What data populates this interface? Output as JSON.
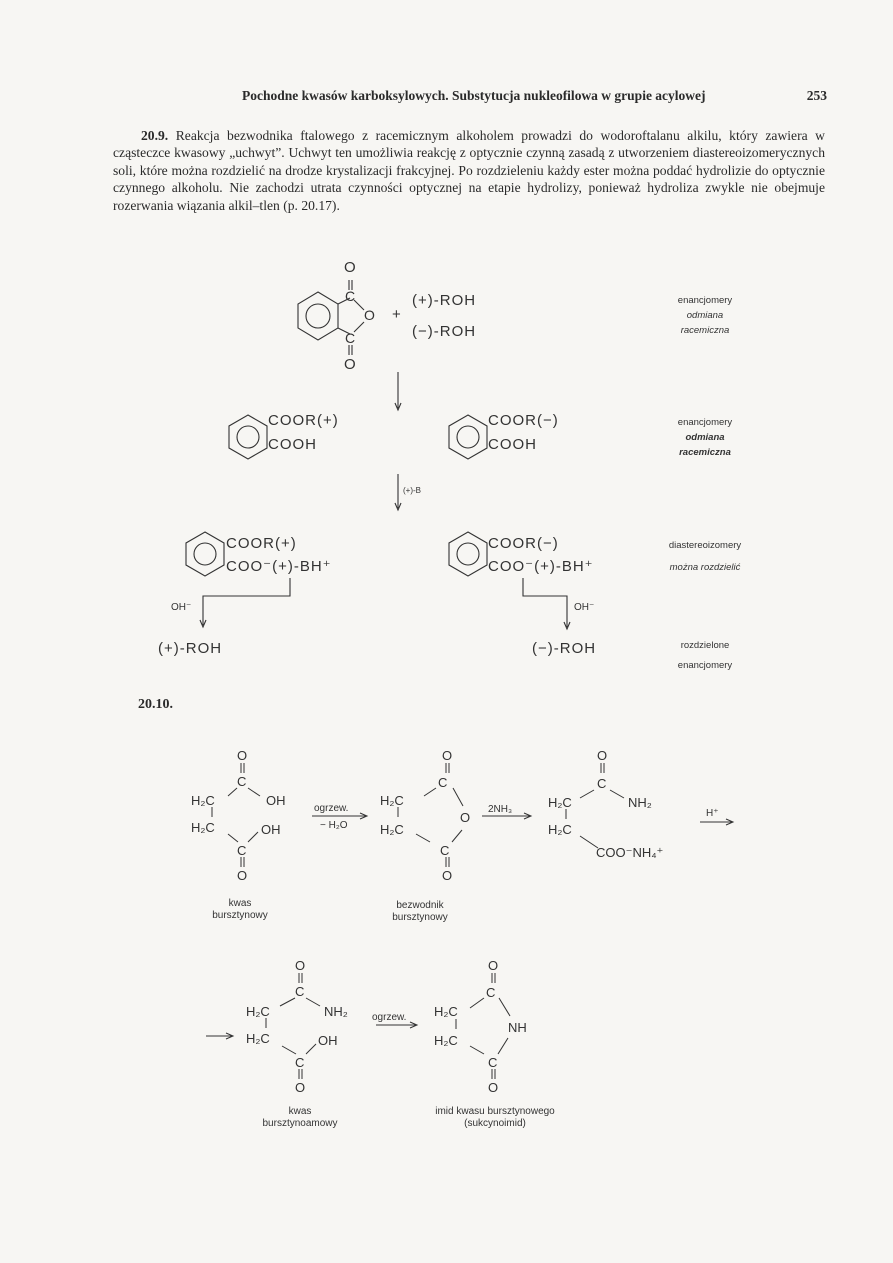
{
  "header": {
    "title": "Pochodne kwasów karboksylowych. Substytucja nukleofilowa w grupie acylowej",
    "page_number": "253"
  },
  "section_20_9": {
    "number": "20.9.",
    "text": "Reakcja bezwodnika ftalowego z racemicznym alkoholem prowadzi do wodoroftalanu alkilu, który zawiera w cząsteczce kwasowy „uchwyt”. Uchwyt ten umożliwia reakcję z optycznie czynną zasadą z utworzeniem diastereoizomerycznych soli, które można rozdzielić na drodze krystalizacji frakcyjnej. Po rozdzieleniu każdy ester można poddać hydrolizie do optycznie czynnego alkoholu. Nie zachodzi utrata czynności optycznej na etapie hydrolizy, ponieważ hydroliza zwykle nie obejmuje rozerwania wiązania alkil–tlen (p. 20.17)."
  },
  "scheme1": {
    "O": "O",
    "C": "C",
    "plus": "+",
    "rohPlus": "(+)-ROH",
    "rohMinus": "(−)-ROH",
    "coorPlus": "COOR(+)",
    "coorMinus": "COOR(−)",
    "cooh": "COOH",
    "base": "(+)-B",
    "saltPlus": "COO⁻(+)-BH⁺",
    "saltMinus": "COO⁻(+)-BH⁺",
    "oh": "OH⁻",
    "finalPlus": "(+)-ROH",
    "finalMinus": "(−)-ROH",
    "side1a": "enancjomery",
    "side1b": "odmiana",
    "side1c": "racemiczna",
    "side2a": "enancjomery",
    "side2b": "odmiana",
    "side2c": "racemiczna",
    "side3a": "diastereoizomery",
    "side3b": "można rozdzielić",
    "side4a": "rozdzielone",
    "side4b": "enancjomery"
  },
  "section_20_10": {
    "number": "20.10."
  },
  "scheme2": {
    "O": "O",
    "C": "C",
    "H2C": "H₂C",
    "OH": "OH",
    "NH2": "NH₂",
    "NH": "NH",
    "cooNH4": "COO⁻NH₄⁺",
    "heat": "ogrzew.",
    "minusWater": "− H₂O",
    "nh3": "2NH₃",
    "hplus": "H⁺",
    "heat2": "ogrzew.",
    "cap1a": "kwas",
    "cap1b": "bursztynowy",
    "cap2a": "bezwodnik",
    "cap2b": "bursztynowy",
    "cap3a": "kwas",
    "cap3b": "bursztynoamowy",
    "cap4a": "imid kwasu bursztynowego",
    "cap4b": "(sukcynoimid)"
  }
}
